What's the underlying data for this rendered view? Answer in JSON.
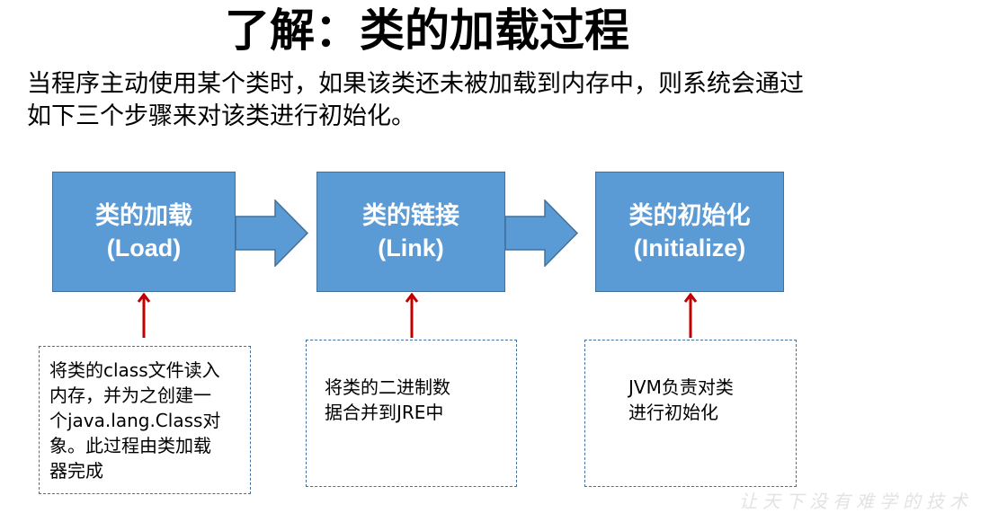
{
  "slide": {
    "title": "了解：类的加载过程",
    "intro_lines": [
      "当程序主动使用某个类时，如果该类还未被加载到内存中，则系统会通过",
      "如下三个步骤来对该类进行初始化。"
    ],
    "steps": [
      {
        "name": "类的加载",
        "english": "(Load)",
        "description_lines": [
          "将类的class文件读入",
          "内存，并为之创建一",
          "个java.lang.Class对",
          "象。此过程由类加载",
          "器完成"
        ]
      },
      {
        "name": "类的链接",
        "english": "(Link)",
        "description_lines": [
          "将类的二进制数",
          "据合并到JRE中"
        ]
      },
      {
        "name": "类的初始化",
        "english": "(Initialize)",
        "description_lines": [
          "JVM负责对类",
          "进行初始化"
        ]
      }
    ],
    "watermark": "让天下没有难学的技术"
  },
  "colors": {
    "box_fill": "#5b9bd5",
    "box_border": "#41719c",
    "up_arrow": "#c00000",
    "box_text": "#ffffff"
  },
  "icons": {
    "flow_arrow": "right-arrow-icon",
    "pointer_arrow": "up-arrow-icon"
  }
}
